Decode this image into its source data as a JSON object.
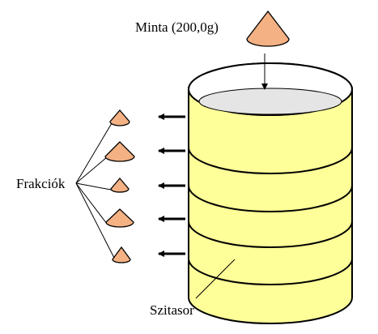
{
  "labels": {
    "sample": "Minta (200,0g)",
    "fractions": "Frakciók",
    "sieve_stack": "Szitasor"
  },
  "colors": {
    "cylinder_fill": "#ffff99",
    "top_opening": "#e5e5e5",
    "pile_fill": "#f4b183",
    "outline": "#000000"
  },
  "icons": {
    "sample_pile": "cone-icon",
    "fraction_pile": "cone-icon",
    "flow_arrow": "arrow-left-icon",
    "input_arrow": "arrow-down-icon"
  },
  "counts": {
    "fractions": 5
  }
}
